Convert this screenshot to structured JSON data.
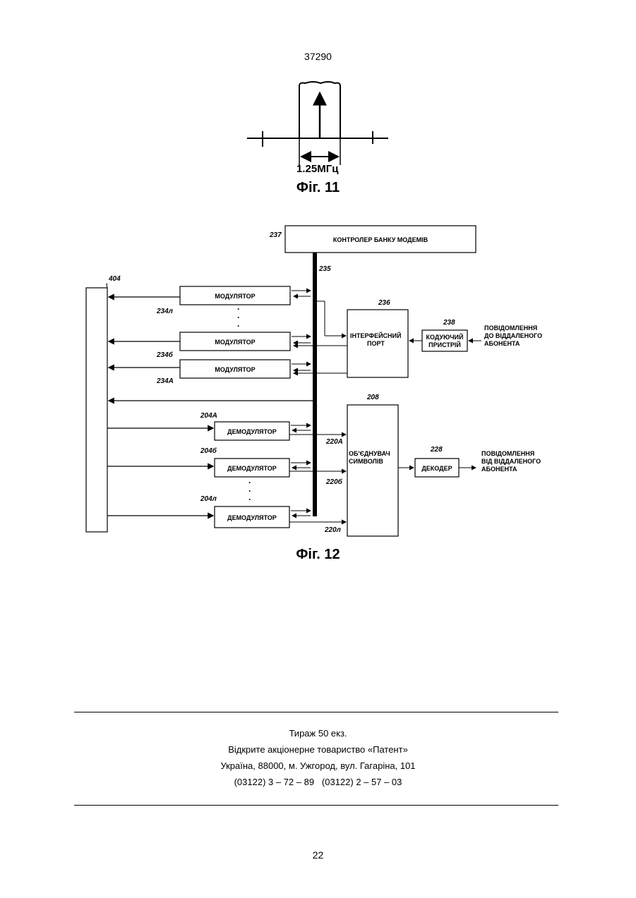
{
  "header": {
    "doc_number": "37290"
  },
  "fig11": {
    "caption": "Фіг. 11",
    "bandwidth_label": "1.25МГц"
  },
  "fig12": {
    "caption": "Фіг. 12",
    "controller": {
      "label": "КОНТРОЛЕР БАНКУ МОДЕМІВ",
      "ref": "237"
    },
    "bus_ref": "235",
    "antenna_ref": "404",
    "modulators": [
      {
        "label": "МОДУЛЯТОР",
        "ref": "234л"
      },
      {
        "label": "МОДУЛЯТОР",
        "ref": "234б"
      },
      {
        "label": "МОДУЛЯТОР",
        "ref": "234А"
      }
    ],
    "interface_port": {
      "label_line1": "ІНТЕРФЕЙСНИЙ",
      "label_line2": "ПОРТ",
      "ref": "236"
    },
    "encoder": {
      "label_line1": "КОДУЮЧИЙ",
      "label_line2": "ПРИСТРІЙ",
      "ref": "238"
    },
    "msg_to": {
      "line1": "ПОВІДОМЛЕННЯ",
      "line2": "ДО ВІДДАЛЕНОГО",
      "line3": "АБОНЕНТА"
    },
    "demodulators": [
      {
        "label": "ДЕМОДУЛЯТОР",
        "ref": "204А",
        "out_ref": "220А"
      },
      {
        "label": "ДЕМОДУЛЯТОР",
        "ref": "204б",
        "out_ref": "220б"
      },
      {
        "label": "ДЕМОДУЛЯТОР",
        "ref": "204л",
        "out_ref": "220л"
      }
    ],
    "combiner": {
      "label_line1": "ОБ'ЄДНУВАЧ",
      "label_line2": "СИМВОЛІВ",
      "ref": "208"
    },
    "decoder": {
      "label": "ДЕКОДЕР",
      "ref": "228"
    },
    "msg_from": {
      "line1": "ПОВІДОМЛЕННЯ",
      "line2": "ВІД ВІДДАЛЕНОГО",
      "line3": "АБОНЕНТА"
    }
  },
  "footer": {
    "line1": "Тираж 50 екз.",
    "line2": "Відкрите акціонерне товариство «Патент»",
    "line3": "Україна, 88000, м. Ужгород, вул. Гагаріна, 101",
    "line4": "(03122) 3 – 72 – 89   (03122) 2 – 57 – 03"
  },
  "page_number": "22"
}
